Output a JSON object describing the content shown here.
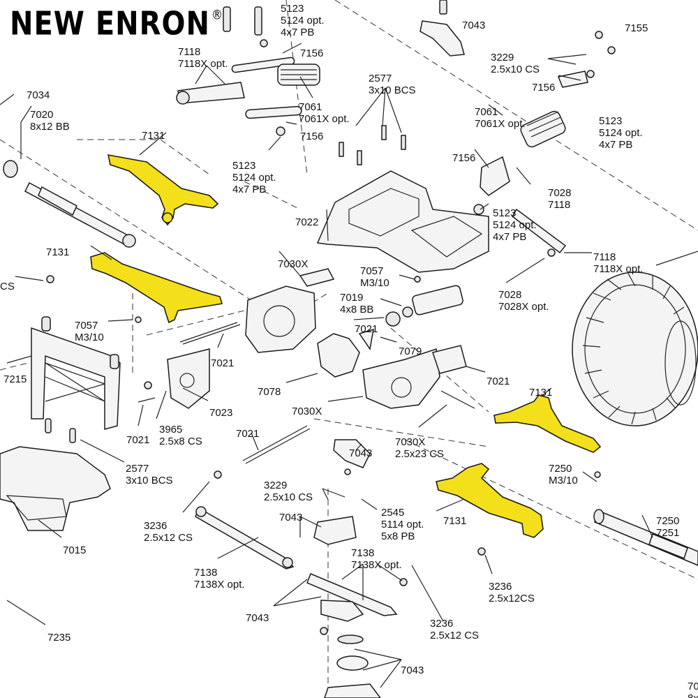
{
  "brand": {
    "name": "NEW ENRON",
    "registered": "®"
  },
  "colors": {
    "highlight": "#f4e01a",
    "ink": "#1a1a1a",
    "background": "#ffffff"
  },
  "callouts": [
    {
      "id": "c-5123-top",
      "lines": [
        "5123",
        "5124 opt.",
        "4x7 PB"
      ]
    },
    {
      "id": "c-7043-top",
      "lines": [
        "7043"
      ]
    },
    {
      "id": "c-7155",
      "lines": [
        "7155"
      ]
    },
    {
      "id": "c-7118-top",
      "lines": [
        "7118",
        "7118X opt."
      ]
    },
    {
      "id": "c-7156-a",
      "lines": [
        "7156"
      ]
    },
    {
      "id": "c-3229-top",
      "lines": [
        "3229",
        "2.5x10 CS"
      ]
    },
    {
      "id": "c-7156-b",
      "lines": [
        "7156"
      ]
    },
    {
      "id": "c-7034",
      "lines": [
        "7034"
      ]
    },
    {
      "id": "c-2577-top",
      "lines": [
        "2577",
        "3x10 BCS"
      ]
    },
    {
      "id": "c-7061-a",
      "lines": [
        "7061",
        "7061X opt."
      ]
    },
    {
      "id": "c-7061-b",
      "lines": [
        "7061",
        "7061X opt."
      ]
    },
    {
      "id": "c-5123-right",
      "lines": [
        "5123",
        "5124 opt.",
        "4x7 PB"
      ]
    },
    {
      "id": "c-7020",
      "lines": [
        "7020",
        "8x12 BB"
      ]
    },
    {
      "id": "c-7131-a",
      "lines": [
        "7131"
      ]
    },
    {
      "id": "c-7156-c",
      "lines": [
        "7156"
      ]
    },
    {
      "id": "c-5123-mid",
      "lines": [
        "5123",
        "5124 opt.",
        "4x7 PB"
      ]
    },
    {
      "id": "c-7156-d",
      "lines": [
        "7156"
      ]
    },
    {
      "id": "c-7028-top",
      "lines": [
        "7028",
        "7118"
      ]
    },
    {
      "id": "c-5123-center",
      "lines": [
        "5123",
        "5124 opt.",
        "4x7 PB"
      ]
    },
    {
      "id": "c-7022",
      "lines": [
        "7022"
      ]
    },
    {
      "id": "c-7131-b",
      "lines": [
        "7131"
      ]
    },
    {
      "id": "c-7118-right",
      "lines": [
        "7118",
        "7118X opt."
      ]
    },
    {
      "id": "c-7030x-top",
      "lines": [
        "7030X"
      ]
    },
    {
      "id": "c-7057-mid",
      "lines": [
        "7057",
        "M3/10"
      ]
    },
    {
      "id": "c-cs-left",
      "lines": [
        "CS"
      ]
    },
    {
      "id": "c-7028-right",
      "lines": [
        "7028",
        "7028X opt."
      ]
    },
    {
      "id": "c-7019",
      "lines": [
        "7019",
        "4x8 BB"
      ]
    },
    {
      "id": "c-7057-left",
      "lines": [
        "7057",
        "M3/10"
      ]
    },
    {
      "id": "c-7021-a",
      "lines": [
        "7021"
      ]
    },
    {
      "id": "c-7079",
      "lines": [
        "7079"
      ]
    },
    {
      "id": "c-7021-b",
      "lines": [
        "7021"
      ]
    },
    {
      "id": "c-7215",
      "lines": [
        "7215"
      ]
    },
    {
      "id": "c-7021-c",
      "lines": [
        "7021"
      ]
    },
    {
      "id": "c-7131-c",
      "lines": [
        "7131"
      ]
    },
    {
      "id": "c-7078",
      "lines": [
        "7078"
      ]
    },
    {
      "id": "c-7023",
      "lines": [
        "7023"
      ]
    },
    {
      "id": "c-7030x-mid",
      "lines": [
        "7030X"
      ]
    },
    {
      "id": "c-7021-d",
      "lines": [
        "7021"
      ]
    },
    {
      "id": "c-3965",
      "lines": [
        "3965",
        "2.5x8 CS"
      ]
    },
    {
      "id": "c-7021-e",
      "lines": [
        "7021"
      ]
    },
    {
      "id": "c-7030x-low",
      "lines": [
        "7030X",
        "2.5x23 CS"
      ]
    },
    {
      "id": "c-7043-mid",
      "lines": [
        "7043"
      ]
    },
    {
      "id": "c-2577-left",
      "lines": [
        "2577",
        "3x10 BCS"
      ]
    },
    {
      "id": "c-7250-a",
      "lines": [
        "7250",
        "M3/10"
      ]
    },
    {
      "id": "c-3229-low",
      "lines": [
        "3229",
        "2.5x10 CS"
      ]
    },
    {
      "id": "c-2545",
      "lines": [
        "2545",
        "5114 opt.",
        "5x8 PB"
      ]
    },
    {
      "id": "c-7043-low",
      "lines": [
        "7043"
      ]
    },
    {
      "id": "c-7131-d",
      "lines": [
        "7131"
      ]
    },
    {
      "id": "c-3236-left",
      "lines": [
        "3236",
        "2.5x12 CS"
      ]
    },
    {
      "id": "c-7250-b",
      "lines": [
        "7250",
        "7251"
      ]
    },
    {
      "id": "c-7015",
      "lines": [
        "7015"
      ]
    },
    {
      "id": "c-7138-mid",
      "lines": [
        "7138",
        "7138X opt."
      ]
    },
    {
      "id": "c-7138-left",
      "lines": [
        "7138",
        "7138X opt."
      ]
    },
    {
      "id": "c-3236-right",
      "lines": [
        "3236",
        "2.5x12CS"
      ]
    },
    {
      "id": "c-7043-bottom",
      "lines": [
        "7043"
      ]
    },
    {
      "id": "c-3236-bottom",
      "lines": [
        "3236",
        "2.5x12 CS"
      ]
    },
    {
      "id": "c-7235",
      "lines": [
        "7235"
      ]
    },
    {
      "id": "c-7043-last",
      "lines": [
        "7043"
      ]
    },
    {
      "id": "c-70-edge",
      "lines": [
        "70",
        "8x"
      ]
    }
  ]
}
